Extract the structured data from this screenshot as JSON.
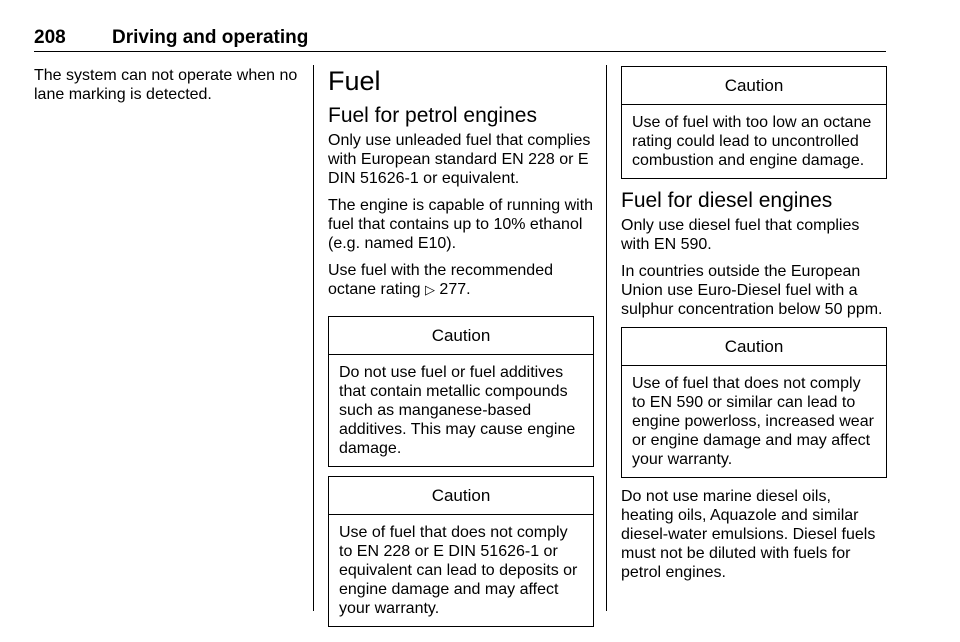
{
  "header": {
    "page_number": "208",
    "section_title": "Driving and operating"
  },
  "col1": {
    "text": "The system can not operate when no lane marking is detected."
  },
  "col2": {
    "heading": "Fuel",
    "subheading": "Fuel for petrol engines",
    "paragraphs": [
      "Only use unleaded fuel that complies with European standard EN 228 or E DIN 51626-1 or equivalent.",
      "The engine is capable of running with fuel that contains up to 10% ethanol (e.g. named E10)."
    ],
    "octane_text": "Use fuel with the recommended octane rating",
    "octane_ref_icon": "arrow-ref-icon",
    "octane_ref_page": "277.",
    "cautions": [
      {
        "title": "Caution",
        "body": "Do not use fuel or fuel additives that contain metallic compounds such as manganese-based additives. This may cause engine damage."
      },
      {
        "title": "Caution",
        "body": "Use of fuel that does not comply to EN 228 or E DIN 51626-1 or equivalent can lead to deposits or engine damage and may affect your warranty."
      }
    ]
  },
  "col3": {
    "caution_top": {
      "title": "Caution",
      "body": "Use of fuel with too low an octane rating could lead to uncontrolled combustion and engine damage."
    },
    "subheading": "Fuel for diesel engines",
    "paragraphs": [
      "Only use diesel fuel that complies with EN 590.",
      "In countries outside the European Union use Euro-Diesel fuel with a sulphur concentration below 50 ppm."
    ],
    "caution_bottom": {
      "title": "Caution",
      "body": "Use of fuel that does not comply to EN 590 or similar can lead to engine powerloss, increased wear or engine damage and may affect your warranty."
    },
    "closing": "Do not use marine diesel oils, heating oils, Aquazole and similar diesel-water emulsions. Diesel fuels must not be diluted with fuels for petrol engines."
  }
}
